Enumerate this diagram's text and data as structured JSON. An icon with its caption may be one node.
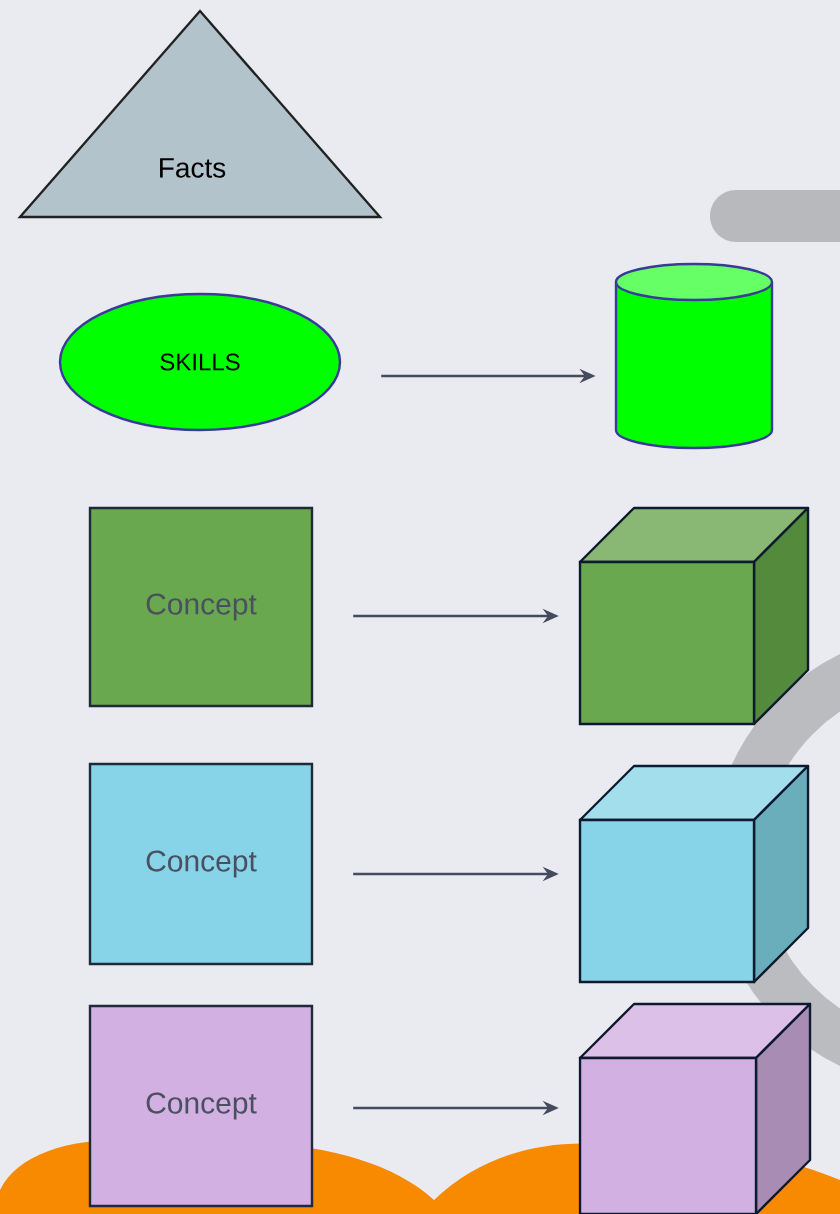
{
  "diagram": {
    "nodes": [
      {
        "text": [
          "Facts"
        ]
      },
      {
        "text": [
          "SKILLS"
        ]
      },
      {
        "text": [],
        "shape": "cylinder"
      },
      {
        "text": [
          "Concept"
        ]
      },
      {
        "text": [],
        "shape": "cube"
      },
      {
        "text": [
          "Concept"
        ]
      },
      {
        "text": [],
        "shape": "cube"
      },
      {
        "text": [
          "Concept"
        ]
      },
      {
        "text": [],
        "shape": "cube"
      }
    ],
    "edges": [
      {
        "from": 1,
        "to": 2,
        "arrow": "to"
      },
      {
        "from": 3,
        "to": 4,
        "arrow": "to"
      },
      {
        "from": 5,
        "to": 6,
        "arrow": "to"
      },
      {
        "from": 7,
        "to": 8,
        "arrow": "to"
      }
    ]
  }
}
